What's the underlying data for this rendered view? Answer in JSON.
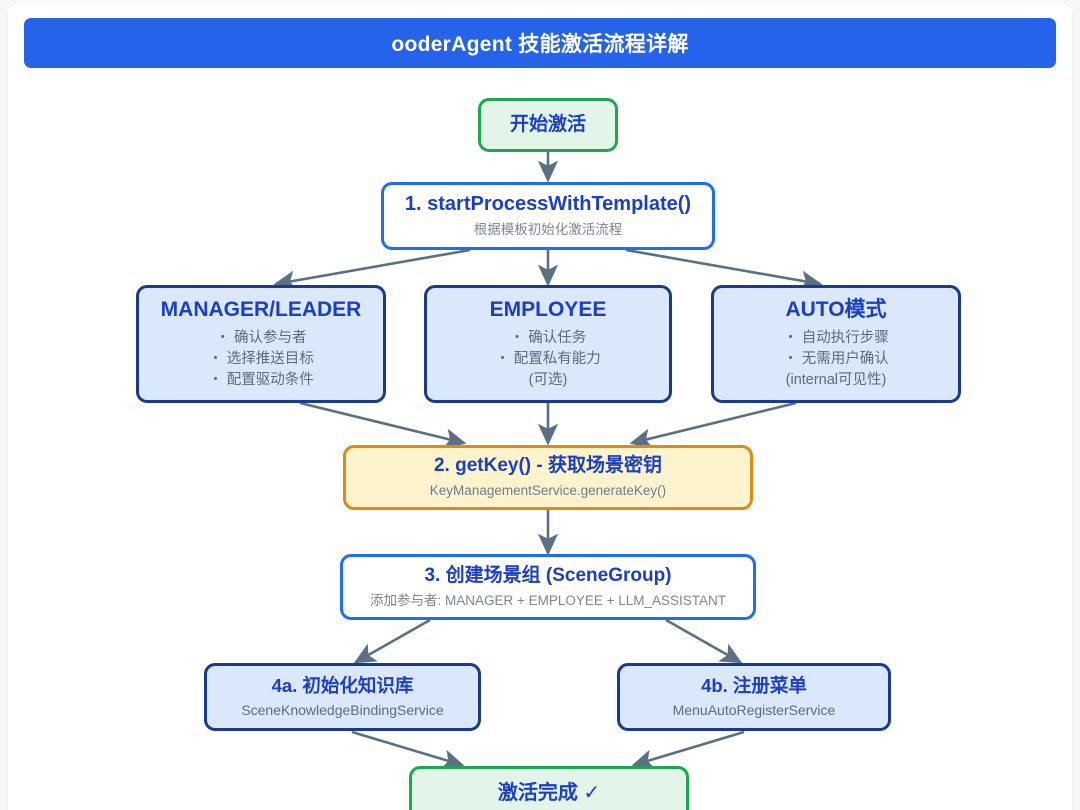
{
  "page": {
    "title": "ooderAgent 技能激活流程详解",
    "background": "#f7f8fa",
    "accent": "#2563eb"
  },
  "colors": {
    "title_bar": "#2563eb",
    "terminal_border": "#1da84f",
    "terminal_fill": "#e3f5e8",
    "process_border": "#1d6ef0",
    "process_fill": "#ffffff",
    "branch_border": "#1a3a8f",
    "branch_fill": "#dbe7fb",
    "key_border": "#df8a11",
    "key_fill": "#fdf3cd",
    "arrow": "#5a7085",
    "heading_text": "#1b3fc4",
    "sub_text": "#7b8694"
  },
  "diagram": {
    "type": "flowchart",
    "nodes": [
      {
        "id": "start",
        "kind": "terminal",
        "title": "开始激活",
        "subtitle": "",
        "bullets": []
      },
      {
        "id": "step1",
        "kind": "process",
        "title": "1. startProcessWithTemplate()",
        "subtitle": "根据模板初始化激活流程",
        "bullets": []
      },
      {
        "id": "manager",
        "kind": "branch",
        "title": "MANAGER/LEADER",
        "subtitle": "",
        "bullets": [
          "・ 确认参与者",
          "・ 选择推送目标",
          "・ 配置驱动条件"
        ]
      },
      {
        "id": "employee",
        "kind": "branch",
        "title": "EMPLOYEE",
        "subtitle": "",
        "bullets": [
          "・ 确认任务",
          "・ 配置私有能力",
          "(可选)"
        ]
      },
      {
        "id": "auto",
        "kind": "branch",
        "title": "AUTO模式",
        "subtitle": "",
        "bullets": [
          "・ 自动执行步骤",
          "・ 无需用户确认",
          "(internal可见性)"
        ]
      },
      {
        "id": "getkey",
        "kind": "key",
        "title": "2. getKey() - 获取场景密钥",
        "subtitle": "KeyManagementService.generateKey()",
        "bullets": []
      },
      {
        "id": "scenegroup",
        "kind": "process",
        "title": "3. 创建场景组 (SceneGroup)",
        "subtitle": "添加参与者: MANAGER + EMPLOYEE + LLM_ASSISTANT",
        "bullets": []
      },
      {
        "id": "step4a",
        "kind": "branch",
        "title": "4a. 初始化知识库",
        "subtitle": "SceneKnowledgeBindingService",
        "bullets": []
      },
      {
        "id": "step4b",
        "kind": "branch",
        "title": "4b. 注册菜单",
        "subtitle": "MenuAutoRegisterService",
        "bullets": []
      },
      {
        "id": "done",
        "kind": "terminal",
        "title": "激活完成 ✓",
        "subtitle": "",
        "bullets": []
      }
    ],
    "edges": [
      {
        "from": "start",
        "to": "step1"
      },
      {
        "from": "step1",
        "to": "manager"
      },
      {
        "from": "step1",
        "to": "employee"
      },
      {
        "from": "step1",
        "to": "auto"
      },
      {
        "from": "manager",
        "to": "getkey"
      },
      {
        "from": "employee",
        "to": "getkey"
      },
      {
        "from": "auto",
        "to": "getkey"
      },
      {
        "from": "getkey",
        "to": "scenegroup"
      },
      {
        "from": "scenegroup",
        "to": "step4a"
      },
      {
        "from": "scenegroup",
        "to": "step4b"
      },
      {
        "from": "step4a",
        "to": "done"
      },
      {
        "from": "step4b",
        "to": "done"
      }
    ]
  }
}
